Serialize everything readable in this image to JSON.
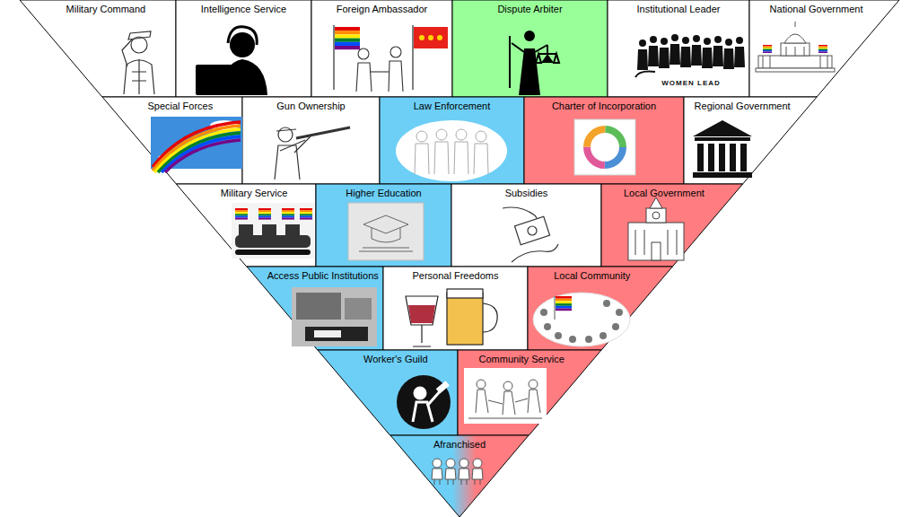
{
  "diagram": {
    "nodes": [
      {
        "text": [
          "Military Command"
        ]
      },
      {
        "text": [
          "Intelligence Service"
        ]
      },
      {
        "text": [
          "Foreign Ambassador"
        ]
      },
      {
        "text": [
          "Dispute Arbiter"
        ]
      },
      {
        "text": [
          "Institutional Leader"
        ]
      },
      {
        "text": [
          "National Government"
        ]
      },
      {
        "text": [
          "Special Forces"
        ]
      },
      {
        "text": [
          "Gun Ownership"
        ]
      },
      {
        "text": [
          "Law Enforcement"
        ]
      },
      {
        "text": [
          "Charter of Incorporation"
        ]
      },
      {
        "text": [
          "Regional Government"
        ]
      },
      {
        "text": [
          "Military Service"
        ]
      },
      {
        "text": [
          "Higher Education"
        ]
      },
      {
        "text": [
          "Subsidies"
        ]
      },
      {
        "text": [
          "Local Government"
        ]
      },
      {
        "text": [
          "Access Public Institutions"
        ]
      },
      {
        "text": [
          "Personal Freedoms"
        ]
      },
      {
        "text": [
          "Local Community"
        ]
      },
      {
        "text": [
          "Worker's Guild"
        ]
      },
      {
        "text": [
          "Community Service"
        ]
      },
      {
        "text": [
          "Afranchised"
        ]
      }
    ],
    "labels": [
      "WOMEN LEAD"
    ]
  }
}
